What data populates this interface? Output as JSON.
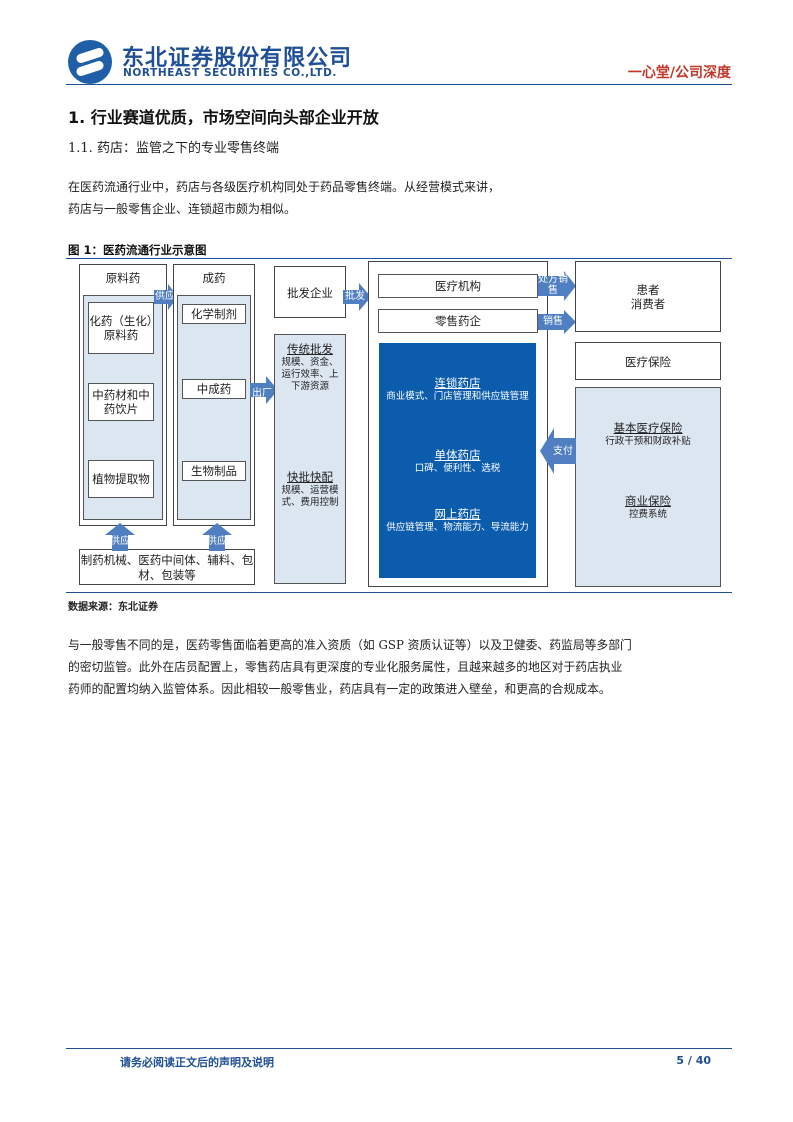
{
  "header": {
    "company_cn": "东北证券股份有限公司",
    "company_en": "NORTHEAST SECURITIES CO.,LTD.",
    "report_type": "一心堂/公司深度"
  },
  "section": {
    "heading": "1.  行业赛道优质，市场空间向头部企业开放",
    "subheading": "1.1.   药店：监管之下的专业零售终端",
    "para1_line1": "在医药流通行业中，药店与各级医疗机构同处于药品零售终端。从经营模式来讲，",
    "para1_line2": "药店与一般零售企业、连锁超市颇为相似。"
  },
  "figure": {
    "title": "图 1：医药流通行业示意图",
    "source": "数据来源：东北证券",
    "raw_material": {
      "title": "原料药",
      "items": [
        "化药（生化）原料药",
        "中药材和中药饮片",
        "植物提取物"
      ]
    },
    "finished": {
      "title": "成药",
      "items": [
        "化学制剂",
        "中成药",
        "生物制品"
      ]
    },
    "suppliers": "制药机械、医药中间体、辅料、包材、包装等",
    "wholesale_company": "批发企业",
    "wholesale_types": {
      "traditional_title": "传统批发",
      "traditional_desc": "规模、资金、运行效率、上下游资源",
      "fast_title": "快批快配",
      "fast_desc": "规模、运营模式、费用控制"
    },
    "medical_institution": "医疗机构",
    "retail_pharmacy": "零售药企",
    "pharmacy_types": {
      "chain_title": "连锁药店",
      "chain_desc": "商业模式、门店管理和供应链管理",
      "single_title": "单体药店",
      "single_desc": "口碑、便利性、选税",
      "online_title": "网上药店",
      "online_desc": "供应链管理、物流能力、导流能力"
    },
    "patient": "患者",
    "consumer": "消费者",
    "medical_insurance": "医疗保险",
    "insurance_types": {
      "basic_title": "基本医疗保险",
      "basic_desc": "行政干预和财政补贴",
      "commercial_title": "商业保险",
      "commercial_desc": "控费系统"
    },
    "arrows": {
      "supply_top": "供应",
      "supply_bottom1": "供应",
      "supply_bottom2": "供应",
      "out_factory": "出厂",
      "wholesale": "批发",
      "prescription_sale": "处方销售",
      "sale": "销售",
      "pay": "支付"
    },
    "colors": {
      "arrow_blue": "#4f7fc0",
      "dark_blue": "#0b5cad",
      "light_blue": "#dce6f1"
    }
  },
  "body": {
    "para2_line1": "与一般零售不同的是，医药零售面临着更高的准入资质（如 GSP 资质认证等）以及卫健委、药监局等多部门",
    "para2_line2": "的密切监管。此外在店员配置上，零售药店具有更深度的专业化服务属性，且越来越多的地区对于药店执业",
    "para2_line3": "药师的配置均纳入监管体系。因此相较一般零售业，药店具有一定的政策进入壁垒，和更高的合规成本。"
  },
  "footer": {
    "disclaimer": "请务必阅读正文后的声明及说明",
    "page": "5 / 40"
  }
}
